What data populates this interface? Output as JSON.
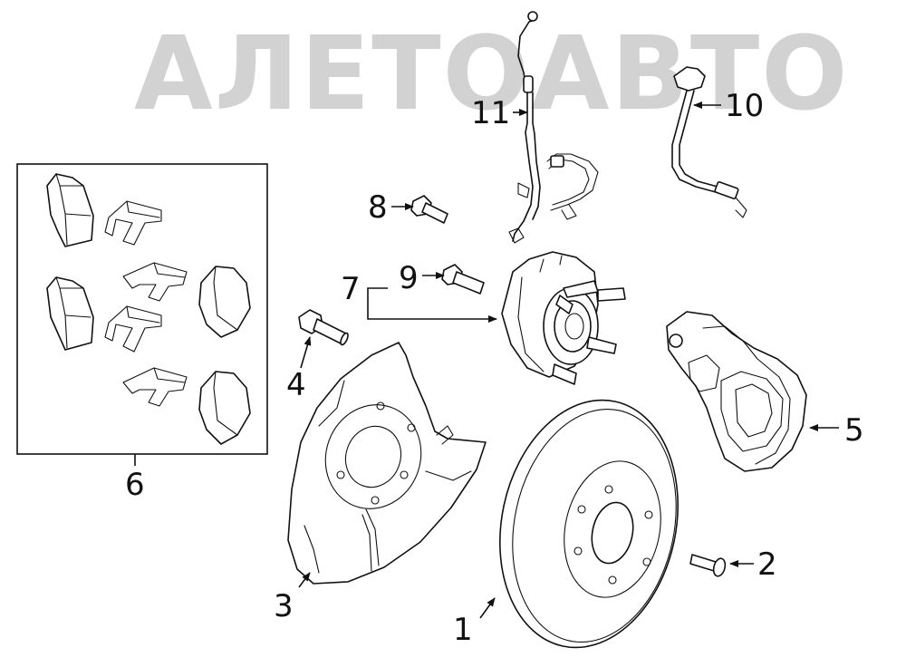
{
  "watermark": {
    "text": "АЛЕТОАВТО",
    "color": "#c4c4c4"
  },
  "callouts": [
    {
      "number": "1",
      "part": "brake-disc"
    },
    {
      "number": "2",
      "part": "disc-screw"
    },
    {
      "number": "3",
      "part": "dust-shield"
    },
    {
      "number": "4",
      "part": "shield-bolt"
    },
    {
      "number": "5",
      "part": "caliper"
    },
    {
      "number": "6",
      "part": "pad-kit"
    },
    {
      "number": "7",
      "part": "hub-bearing-assembly"
    },
    {
      "number": "8",
      "part": "sensor-bolt"
    },
    {
      "number": "9",
      "part": "hub-bolt"
    },
    {
      "number": "10",
      "part": "brake-hose"
    },
    {
      "number": "11",
      "part": "abs-sensor"
    }
  ],
  "colors": {
    "line": "#111111",
    "background": "#ffffff",
    "watermark": "#c4c4c4"
  }
}
